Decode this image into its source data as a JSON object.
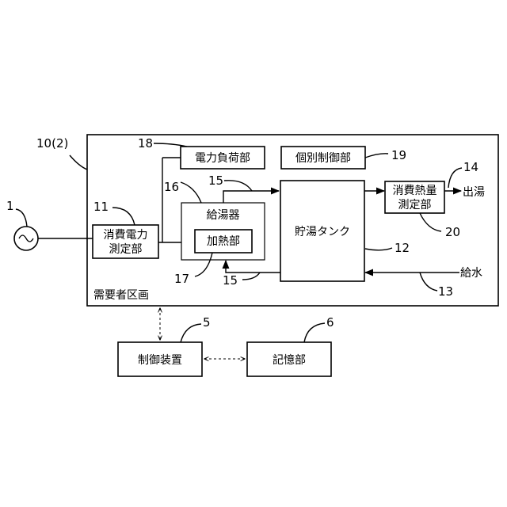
{
  "refs": {
    "region": "10(2)",
    "power_source": "1",
    "control": "5",
    "storage": "6",
    "power_meter": "11",
    "tank": "12",
    "water_in": "13",
    "hot_out": "14",
    "pipe_top": "15",
    "pipe_bottom": "15",
    "heater": "16",
    "heating": "17",
    "load": "18",
    "individual": "19",
    "heat_meter": "20"
  },
  "labels": {
    "load": "電力負荷部",
    "individual": "個別制御部",
    "power_meter_l1": "消費電力",
    "power_meter_l2": "測定部",
    "heater": "給湯器",
    "heating": "加熱部",
    "tank": "貯湯タンク",
    "heat_meter_l1": "消費熱量",
    "heat_meter_l2": "測定部",
    "hot_out": "出湯",
    "water_in": "給水",
    "region": "需要者区画",
    "control": "制御装置",
    "storage": "記憶部"
  }
}
